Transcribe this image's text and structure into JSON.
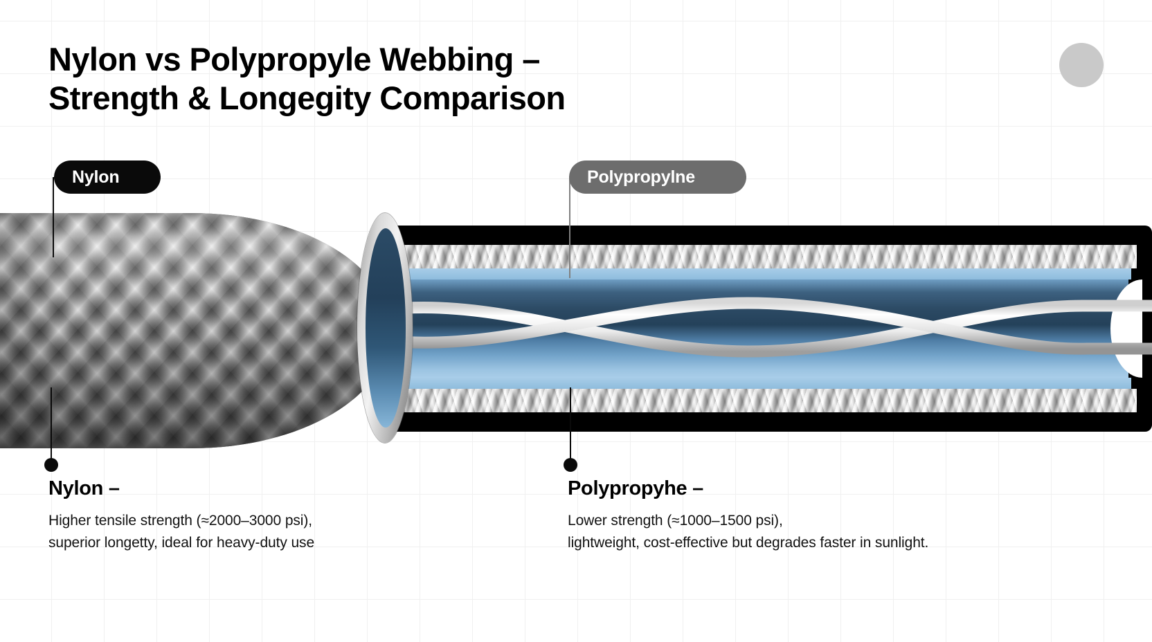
{
  "header": {
    "title": "Nylon vs Polypropyle Webbing –\nStrength & Longegity Comparison"
  },
  "callouts": {
    "nylon_pill": "Nylon",
    "polypropylene_pill": "Polypropylne"
  },
  "captions": [
    {
      "title": "Nylon –",
      "body": "Higher tensile strength (≈2000–3000 psi),\nsuperior longetty, ideal for heavy-duty use"
    },
    {
      "title": "Polypropyhe –",
      "body": "Lower strength (≈1000–1500 psi),\nlightweight, cost-effective but degrades faster in sunlight."
    }
  ],
  "colors": {
    "background": "#ffffff",
    "grid_line": "#f0f0f0",
    "title_text": "#000000",
    "nylon_pill_bg": "#0a0a0a",
    "polypropylene_pill_bg": "#6d6d6d",
    "pill_text": "#ffffff",
    "corner_dot": "#c9c9c9",
    "sleeve_gray": "#7a7a7a",
    "hose_sheath_black": "#000000",
    "braid_silver": "#c4c4c4",
    "liner_light_blue": "#a8cde8",
    "bore_navy": "#24415a",
    "cord_white": "#f2f2f2"
  },
  "illustration": {
    "nylon_sleeve": "braided-nylon-sleeve",
    "cut_end_ring": "cut-end-ring",
    "hose_assembly": "polypropylene-hose-cutaway",
    "inner_cords": "twisted-white-cords"
  }
}
